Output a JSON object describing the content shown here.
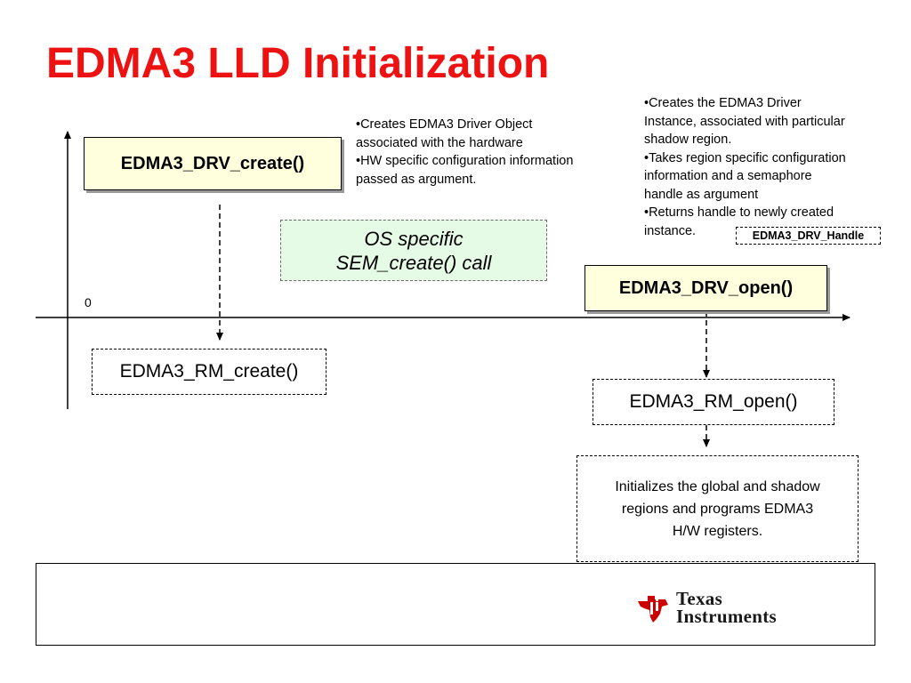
{
  "slide": {
    "title": "EDMA3 LLD Initialization",
    "axis_origin_label": "0"
  },
  "boxes": {
    "drv_create": "EDMA3_DRV_create()",
    "rm_create": "EDMA3_RM_create()",
    "os_specific_line1": "OS specific",
    "os_specific_line2": "SEM_create() call",
    "drv_open": "EDMA3_DRV_open()",
    "rm_open": "EDMA3_RM_open()",
    "drv_handle": "EDMA3_DRV_Handle",
    "init_line1": "Initializes the global and shadow",
    "init_line2": "regions and programs EDMA3",
    "init_line3": "H/W registers."
  },
  "notes": {
    "create_bullets": [
      "Creates EDMA3 Driver Object",
      "associated with the hardware",
      "HW specific configuration information",
      "passed as  argument."
    ],
    "open_bullets": [
      "Creates the EDMA3 Driver",
      "Instance, associated with particular",
      "shadow region.",
      "Takes region specific configuration",
      "information and a semaphore",
      "handle as argument",
      "Returns handle to newly created",
      "instance."
    ]
  },
  "footer": {
    "logo_line1": "Texas",
    "logo_line2": "Instruments"
  },
  "colors": {
    "title": "#ee1111",
    "drv_box_fill": "#ffffdd",
    "os_box_fill": "#e6fbe6",
    "ti_red": "#cc0000"
  }
}
